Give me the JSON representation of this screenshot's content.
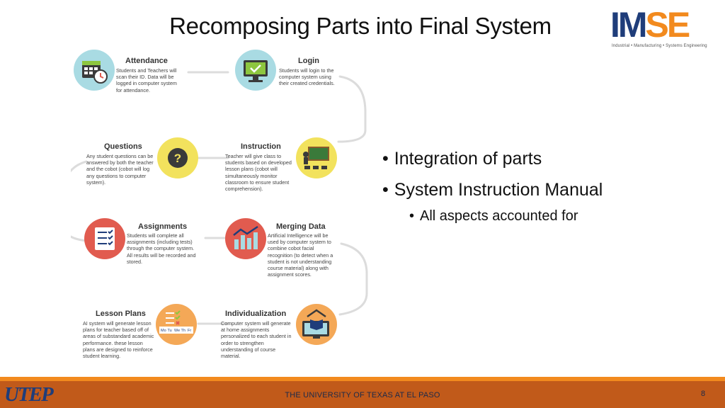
{
  "slide": {
    "title": "Recomposing Parts into Final System",
    "page_number": "8",
    "footer": "THE UNIVERSITY OF TEXAS AT EL PASO"
  },
  "logos": {
    "imse_letters_blue": "IM",
    "imse_letters_orange": "SE",
    "imse_tagline": "Industrial • Manufacturing • Systems Engineering",
    "utep": "UTEP"
  },
  "bullets": {
    "b1": "Integration of parts",
    "b2": "System Instruction Manual",
    "b3": "All aspects accounted for"
  },
  "steps": {
    "attendance": {
      "title": "Attendance",
      "desc": [
        "Students and Teachers will",
        "scan their ID. Data will be",
        "logged in computer system",
        "for attendance."
      ]
    },
    "login": {
      "title": "Login",
      "desc": [
        "Students will login to the",
        "computer system using",
        "their created credentials."
      ]
    },
    "questions": {
      "title": "Questions",
      "desc": [
        "Any student questions can be",
        "answered by both the teacher",
        "and the cobot (cobot will log",
        "any questions to computer",
        "system)."
      ]
    },
    "instruction": {
      "title": "Instruction",
      "desc": [
        "Teacher will give class to",
        "students based on developed",
        "lesson plans (cobot will",
        "simultaneously monitor",
        "classroom to ensure student",
        "comprehension)."
      ]
    },
    "assignments": {
      "title": "Assignments",
      "desc": [
        "Students will complete all",
        "assignments (including tests)",
        "through the computer system.",
        "All results will be recorded and",
        "stored."
      ]
    },
    "merging": {
      "title": "Merging Data",
      "desc": [
        "Artificial Intelligence will be",
        "used by computer system to",
        "combine cobot facial",
        "recognition (to detect when a",
        "student is not understanding",
        "course material) along with",
        "assignment scores."
      ]
    },
    "lesson": {
      "title": "Lesson Plans",
      "desc": [
        "AI system will generate lesson",
        "plans for teacher based off of",
        "areas of substandard academic",
        "performance. these lesson",
        "plans are designed to reinforce",
        "student learning."
      ],
      "days": [
        "Mo",
        "Tu",
        "We",
        "Th",
        "Fr"
      ]
    },
    "individualization": {
      "title": "Individualization",
      "desc": [
        "Computer system will generate",
        "at home assignments",
        "personalized to each student in",
        "order to strengthen",
        "understanding of course",
        "material."
      ]
    }
  },
  "colors": {
    "teal": "#a9dbe3",
    "green": "#8dc63f",
    "yellow": "#f2e25d",
    "red": "#e15b4f",
    "orange": "#f4a857",
    "footer": "#c15a1a",
    "accent": "#f28a1e",
    "line": "#d9d9d9"
  }
}
